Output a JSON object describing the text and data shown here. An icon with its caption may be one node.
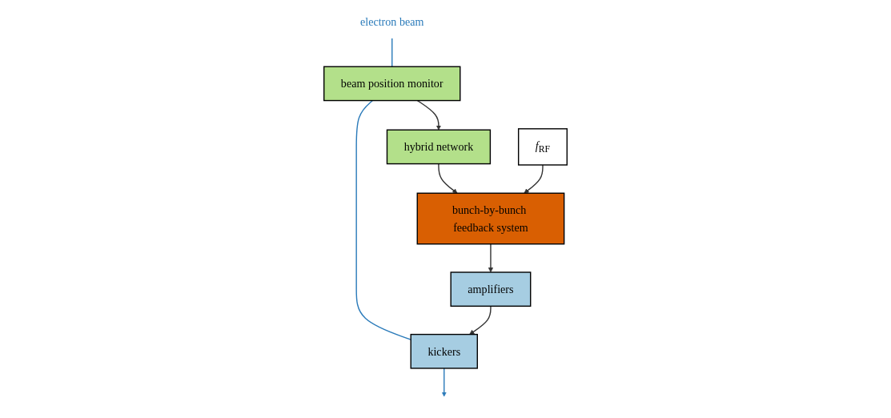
{
  "diagram": {
    "nodes": [
      {
        "text": [
          "electron beam"
        ]
      },
      {
        "text": [
          "beam position monitor"
        ]
      },
      {
        "text": [
          "kickers"
        ]
      },
      {
        "text": [
          "hybrid network"
        ]
      },
      {
        "text": [
          "bunch-by-bunch feedback system"
        ]
      },
      {
        "text": [
          "amplifiers"
        ]
      },
      {
        "text": [
          "*f*$_{RF}$"
        ]
      }
    ],
    "edges": [
      {
        "from": 0,
        "to": 1,
        "arrow": "none",
        "color": "#2b7bba"
      },
      {
        "from": 1,
        "to": 2,
        "arrow": "none",
        "color": "#2b7bba"
      },
      {
        "from": 2,
        "to": null,
        "arrow": "to",
        "color": "#2b7bba"
      },
      {
        "from": 1,
        "to": 3,
        "arrow": "to"
      },
      {
        "from": 3,
        "to": 4,
        "arrow": "to"
      },
      {
        "from": 6,
        "to": 4,
        "arrow": "to"
      },
      {
        "from": 4,
        "to": 5,
        "arrow": "to"
      },
      {
        "from": 5,
        "to": 2,
        "arrow": "to"
      }
    ]
  }
}
